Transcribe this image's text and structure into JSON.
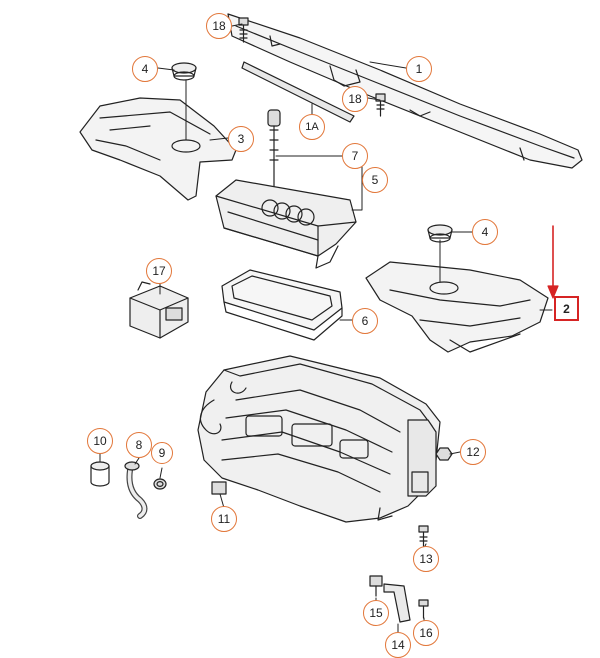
{
  "diagram": {
    "accent_color": "#e2773a",
    "highlight_color": "#d62424",
    "line_color": "#222222",
    "brand_logo": "four-rings-logo",
    "callouts": [
      {
        "id": "c1",
        "label": "1"
      },
      {
        "id": "c1a",
        "label": "1A"
      },
      {
        "id": "c2",
        "label": "2"
      },
      {
        "id": "c3",
        "label": "3"
      },
      {
        "id": "c4a",
        "label": "4"
      },
      {
        "id": "c4b",
        "label": "4"
      },
      {
        "id": "c5",
        "label": "5"
      },
      {
        "id": "c6",
        "label": "6"
      },
      {
        "id": "c7",
        "label": "7"
      },
      {
        "id": "c8",
        "label": "8"
      },
      {
        "id": "c9",
        "label": "9"
      },
      {
        "id": "c10",
        "label": "10"
      },
      {
        "id": "c11",
        "label": "11"
      },
      {
        "id": "c12",
        "label": "12"
      },
      {
        "id": "c13",
        "label": "13"
      },
      {
        "id": "c14",
        "label": "14"
      },
      {
        "id": "c15",
        "label": "15"
      },
      {
        "id": "c16",
        "label": "16"
      },
      {
        "id": "c17",
        "label": "17"
      },
      {
        "id": "c18a",
        "label": "18"
      },
      {
        "id": "c18b",
        "label": "18"
      }
    ]
  }
}
